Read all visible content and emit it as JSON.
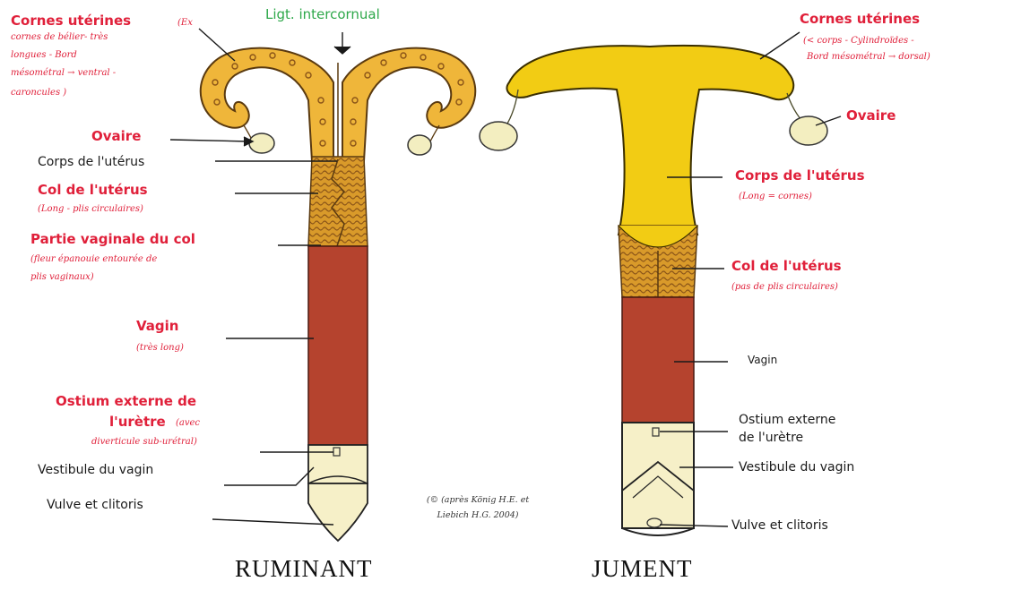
{
  "colors": {
    "uterus_ruminant": "#efb63a",
    "uterus_jument": "#f2cc14",
    "vagina": "#b5432e",
    "vestibule": "#f6f0c8",
    "ovary": "#f3eec0",
    "label_red": "#e0203a",
    "label_black": "#1a1a1a",
    "label_green": "#2ea84a"
  },
  "ruminant": {
    "title": "RUMINANT",
    "ligament": "Ligt. intercornual",
    "cornes_title": "Cornes utérines",
    "cornes_sub_1": "(Ex",
    "cornes_sub_2": "cornes de bélier- très",
    "cornes_sub_3": "longues - Bord",
    "cornes_sub_4": "mésométral → ventral -",
    "cornes_sub_5": "caroncules )",
    "ovaire": "Ovaire",
    "corps": "Corps de l'utérus",
    "col_title": "Col de l'utérus",
    "col_sub": "(Long - plis circulaires)",
    "partie_title": "Partie vaginale du col",
    "partie_sub_1": "(fleur épanouie entourée de",
    "partie_sub_2": "plis vaginaux)",
    "vagin_title": "Vagin",
    "vagin_sub": "(très long)",
    "ostium_title_1": "Ostium externe de",
    "ostium_title_2": "l'urètre",
    "ostium_sub_1": "(avec",
    "ostium_sub_2": "diverticule sub-urétral)",
    "vestibule": "Vestibule du vagin",
    "vulve": "Vulve et clitoris"
  },
  "jument": {
    "title": "JUMENT",
    "cornes_title": "Cornes utérines",
    "cornes_sub_1": "(< corps - Cylindroïdes -",
    "cornes_sub_2": "Bord mésométral → dorsal)",
    "ovaire": "Ovaire",
    "corps_title": "Corps de l'utérus",
    "corps_sub": "(Long = cornes)",
    "col_title": "Col de l'utérus",
    "col_sub": "(pas de plis circulaires)",
    "vagin": "Vagin",
    "ostium_1": "Ostium externe",
    "ostium_2": "de l'urètre",
    "vestibule": "Vestibule du vagin",
    "vulve": "Vulve et clitoris"
  },
  "credit_1": "(© (après König H.E. et",
  "credit_2": "Liebich H.G. 2004)"
}
